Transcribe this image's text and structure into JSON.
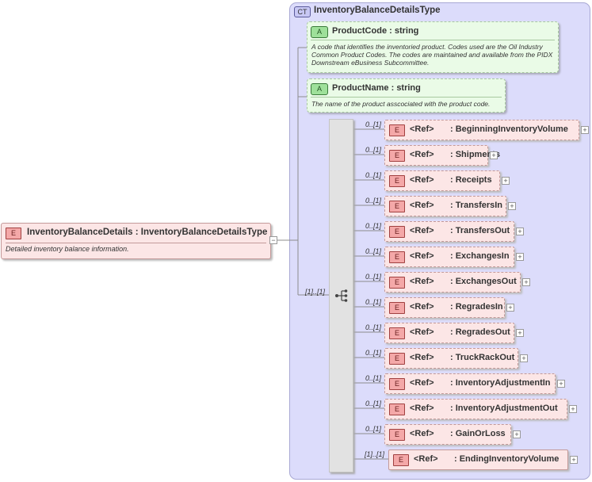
{
  "complex_type": {
    "badge": "CT",
    "name": "InventoryBalanceDetailsType"
  },
  "root_element": {
    "badge": "E",
    "title": "InventoryBalanceDetails : InventoryBalanceDetailsType",
    "documentation": "Detailed inventory balance information.",
    "toggle": "−"
  },
  "attributes": [
    {
      "badge": "A",
      "name": "ProductCode",
      "type": ": string",
      "documentation": "A code that identifies the inventoried product.  Codes used are the Oil Industry Common Product Codes.  The codes are maintained and available from the PIDX Downstream eBusiness Subcommittee."
    },
    {
      "badge": "A",
      "name": "ProductName",
      "type": ": string",
      "documentation": "The name of the product asscociated with the product code."
    }
  ],
  "sequence": {
    "cardinality": "[1]..[1]"
  },
  "elements": [
    {
      "cardinality": "0..[1]",
      "badge": "E",
      "ref": "<Ref>",
      "name": ": BeginningInventoryVolume",
      "expand": "+"
    },
    {
      "cardinality": "0..[1]",
      "badge": "E",
      "ref": "<Ref>",
      "name": ": Shipments",
      "expand": "+"
    },
    {
      "cardinality": "0..[1]",
      "badge": "E",
      "ref": "<Ref>",
      "name": ": Receipts",
      "expand": "+"
    },
    {
      "cardinality": "0..[1]",
      "badge": "E",
      "ref": "<Ref>",
      "name": ": TransfersIn",
      "expand": "+"
    },
    {
      "cardinality": "0..[1]",
      "badge": "E",
      "ref": "<Ref>",
      "name": ": TransfersOut",
      "expand": "+"
    },
    {
      "cardinality": "0..[1]",
      "badge": "E",
      "ref": "<Ref>",
      "name": ": ExchangesIn",
      "expand": "+"
    },
    {
      "cardinality": "0..[1]",
      "badge": "E",
      "ref": "<Ref>",
      "name": ": ExchangesOut",
      "expand": "+"
    },
    {
      "cardinality": "0..[1]",
      "badge": "E",
      "ref": "<Ref>",
      "name": ": RegradesIn",
      "expand": "+"
    },
    {
      "cardinality": "0..[1]",
      "badge": "E",
      "ref": "<Ref>",
      "name": ": RegradesOut",
      "expand": "+"
    },
    {
      "cardinality": "0..[1]",
      "badge": "E",
      "ref": "<Ref>",
      "name": ": TruckRackOut",
      "expand": "+"
    },
    {
      "cardinality": "0..[1]",
      "badge": "E",
      "ref": "<Ref>",
      "name": ": InventoryAdjustmentIn",
      "expand": "+"
    },
    {
      "cardinality": "0..[1]",
      "badge": "E",
      "ref": "<Ref>",
      "name": ": InventoryAdjustmentOut",
      "expand": "+"
    },
    {
      "cardinality": "0..[1]",
      "badge": "E",
      "ref": "<Ref>",
      "name": ": GainOrLoss",
      "expand": "+"
    },
    {
      "cardinality": "[1]..[1]",
      "badge": "E",
      "ref": "<Ref>",
      "name": ": EndingInventoryVolume",
      "expand": "+",
      "required": true
    }
  ]
}
